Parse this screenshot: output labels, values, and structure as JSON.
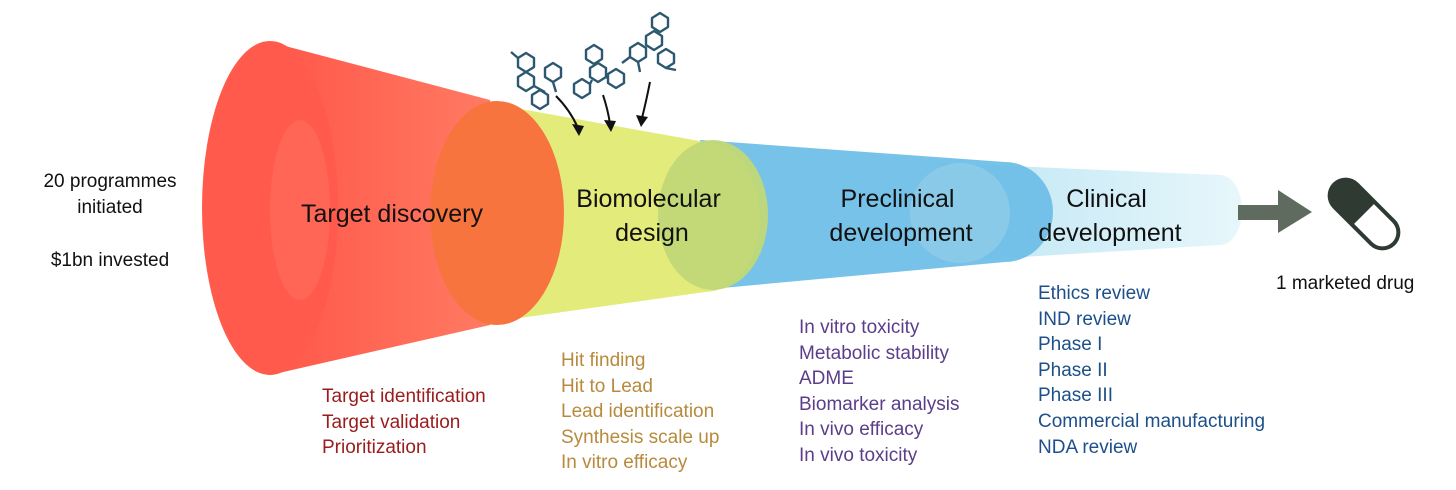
{
  "left_summary": {
    "programmes_line1": "20 programmes",
    "programmes_line2": "initiated",
    "investment": "$1bn invested"
  },
  "stages": [
    {
      "title_lines": [
        "Target discovery"
      ],
      "color": "#ff5f52",
      "list_color": "#9a1b1b",
      "activities": [
        "Target identification",
        "Target validation",
        "Prioritization"
      ]
    },
    {
      "title_lines": [
        "Biomolecular",
        "design"
      ],
      "color": "#e1ea74",
      "list_color": "#b78a3c",
      "activities": [
        "Hit finding",
        "Hit to Lead",
        "Lead identification",
        "Synthesis scale up",
        "In vitro efficacy"
      ]
    },
    {
      "title_lines": [
        "Preclinical",
        "development"
      ],
      "color": "#6bbde6",
      "list_color": "#5b3d8a",
      "activities": [
        "In vitro toxicity",
        "Metabolic stability",
        "ADME",
        "Biomarker analysis",
        "In vivo efficacy",
        "In vivo toxicity"
      ]
    },
    {
      "title_lines": [
        "Clinical",
        "development"
      ],
      "color": "#c8ecf6",
      "list_color": "#1d4f8a",
      "activities": [
        "Ethics review",
        "IND review",
        "Phase I",
        "Phase II",
        "Phase III",
        "Commercial manufacturing",
        "NDA review"
      ]
    }
  ],
  "outcome": {
    "label": "1 marketed drug",
    "arrow_color": "#5f6b5e",
    "pill_color": "#2f3a33",
    "molecule_color": "#2c5870",
    "icons": [
      "molecule-icon",
      "arrow-right-icon",
      "capsule-icon"
    ]
  }
}
